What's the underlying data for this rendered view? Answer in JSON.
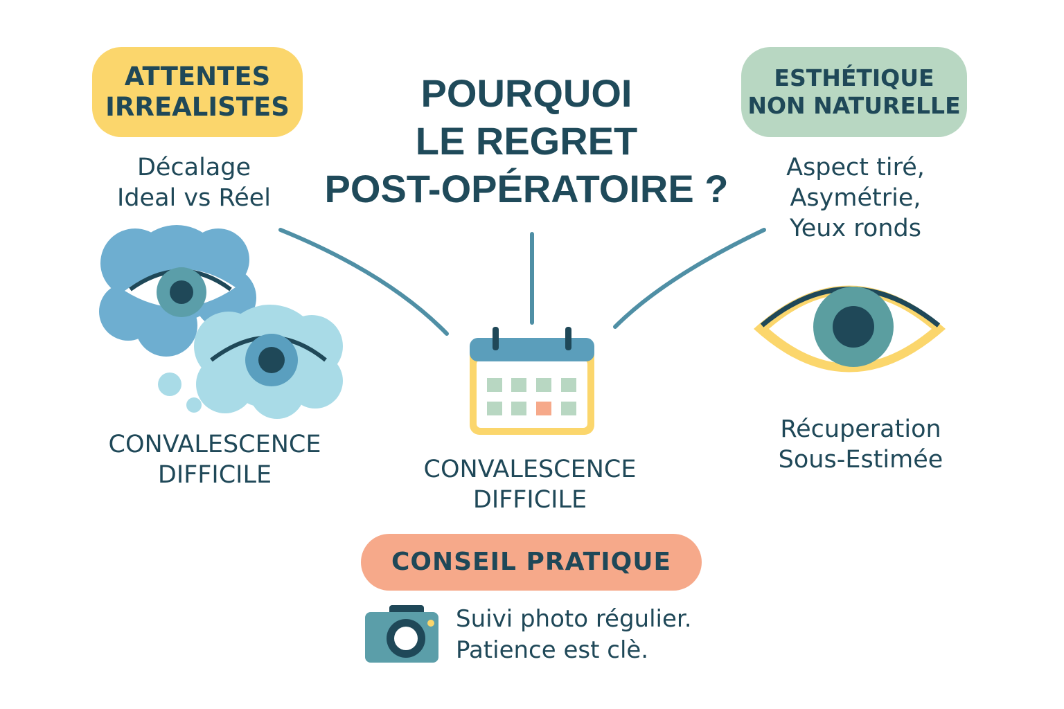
{
  "title": {
    "line1": "POURQUOI",
    "line2": "LE REGRET",
    "line3": "POST-OPÉRATOIRE ?"
  },
  "left": {
    "badge": {
      "line1": "ATTENTES",
      "line2": "IRREALISTES"
    },
    "subtitle": {
      "line1": "Décalage",
      "line2": "Ideal vs Réel"
    },
    "caption": {
      "line1": "CONVALESCENCE",
      "line2": "DIFFICILE"
    }
  },
  "right": {
    "badge": {
      "line1": "ESTHÉTIQUE",
      "line2": "NON NATURELLE"
    },
    "subtitle": {
      "line1": "Aspect tiré,",
      "line2": "Asymétrie,",
      "line3": "Yeux ronds"
    },
    "caption": {
      "line1": "Récuperation",
      "line2": "Sous-Estimée"
    }
  },
  "center": {
    "caption": {
      "line1": "CONVALESCENCE",
      "line2": "DIFFICILE"
    }
  },
  "tip": {
    "badge": "CONSEIL PRATIQUE",
    "line1": "Suivi photo régulier.",
    "line2": "Patience est clè."
  },
  "colors": {
    "text": "#1f4858",
    "yellow": "#fbd66c",
    "green": "#b8d7c2",
    "salmon": "#f6a98a",
    "teal": "#5a9ab0",
    "lightblue": "#a8d8e3"
  },
  "icons": [
    "thought-cloud-eyes-icon",
    "calendar-icon",
    "eye-icon",
    "camera-icon"
  ]
}
